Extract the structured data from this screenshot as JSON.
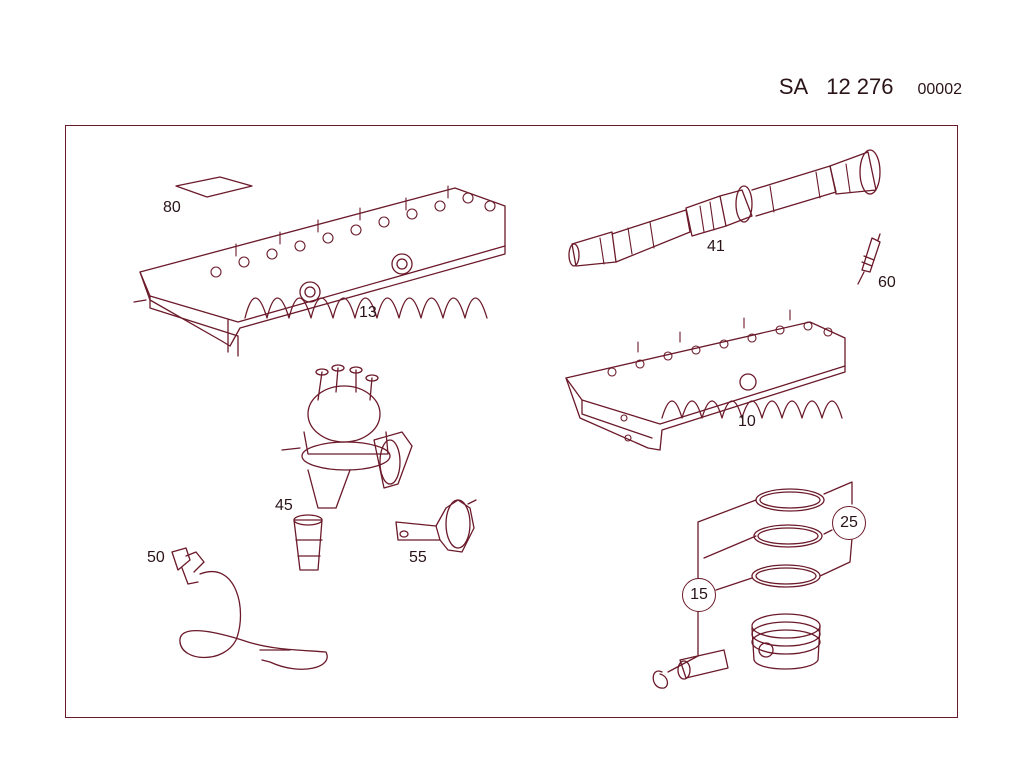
{
  "header": {
    "prefix": "SA",
    "number": "12 276",
    "code": "00002"
  },
  "parts": [
    {
      "id": "80",
      "name": "gasket-sheet"
    },
    {
      "id": "13",
      "name": "cylinder-head-assembly"
    },
    {
      "id": "41",
      "name": "camshaft"
    },
    {
      "id": "60",
      "name": "spark-plug"
    },
    {
      "id": "10",
      "name": "cylinder-head"
    },
    {
      "id": "45",
      "name": "distributor"
    },
    {
      "id": "55",
      "name": "vacuum-unit"
    },
    {
      "id": "50",
      "name": "sensor-cable"
    },
    {
      "id": "25",
      "name": "piston-rings"
    },
    {
      "id": "15",
      "name": "piston-set"
    }
  ],
  "colors": {
    "line": "#6b1a2a",
    "ink": "#2a1418"
  }
}
